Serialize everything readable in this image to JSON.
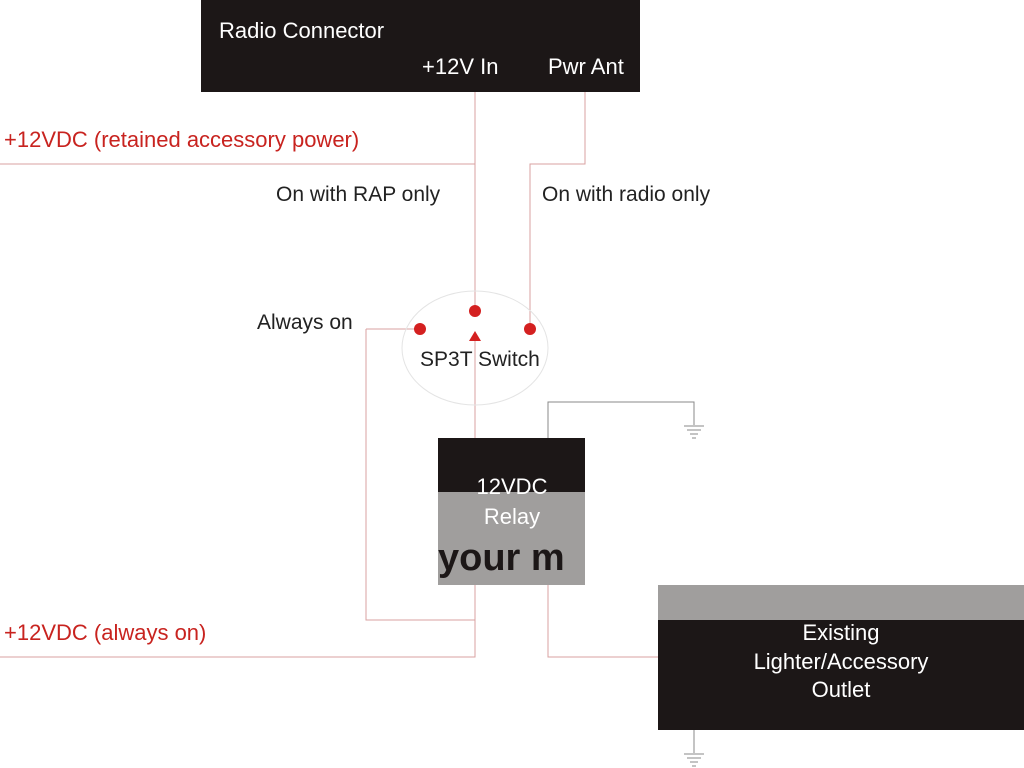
{
  "radio": {
    "title": "Radio Connector",
    "pin_12v": "+12V In",
    "pin_ant": "Pwr Ant"
  },
  "labels": {
    "rap_power": "+12VDC (retained accessory power)",
    "on_rap": "On with RAP only",
    "on_radio": "On with radio only",
    "always_on": "Always on",
    "always_power": "+12VDC (always on)"
  },
  "switch": {
    "label": "SP3T Switch"
  },
  "relay": {
    "line1": "12VDC",
    "line2": "Relay",
    "watermark": "your m"
  },
  "outlet": {
    "line1": "Existing",
    "line2": "Lighter/Accessory",
    "line3": "Outlet"
  },
  "colors": {
    "wire": "#d8a2a0",
    "terminal": "#d42020",
    "box": "#1c1717",
    "grey": "#a09e9d"
  }
}
